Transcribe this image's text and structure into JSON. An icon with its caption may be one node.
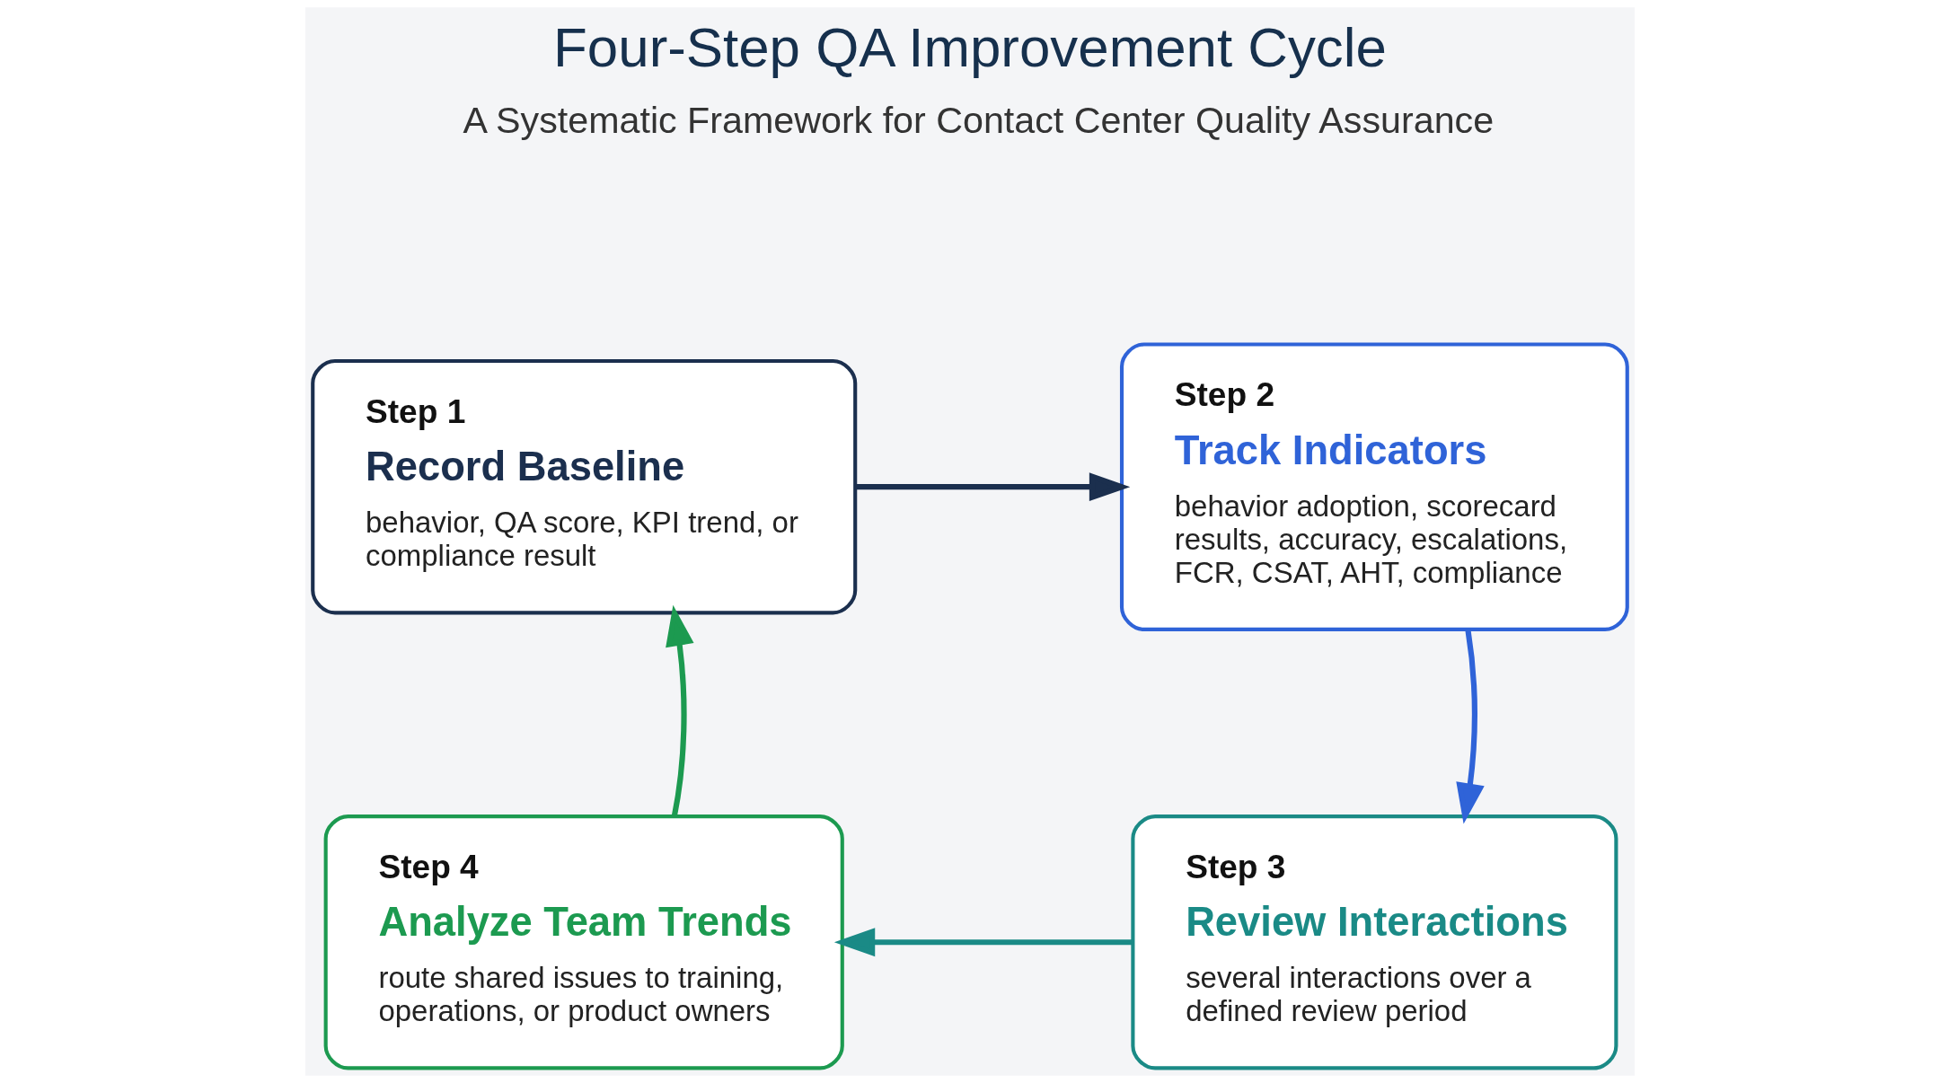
{
  "diagram": {
    "title": "Four-Step QA Improvement Cycle",
    "nodes": [
      {
        "text": [
          "Step 1",
          "Record Baseline",
          "behavior, QA score, KPI trend, or compliance result"
        ]
      },
      {
        "text": [
          "Step 2",
          "Track Indicators",
          "behavior adoption, scorecard results, accuracy, escalations, FCR, CSAT, AHT, compliance"
        ]
      },
      {
        "text": [
          "Step 3",
          "Review Interactions",
          "several interactions over a defined review period"
        ]
      },
      {
        "text": [
          "Step 4",
          "Analyze Team Trends",
          "route shared issues to training, operations, or product owners"
        ]
      }
    ],
    "edges": [
      {
        "from": 0,
        "to": 1,
        "arrow": "to",
        "color": "#1b2f4e"
      },
      {
        "from": 1,
        "to": 2,
        "arrow": "to",
        "color": "#2f63d8"
      },
      {
        "from": 2,
        "to": 3,
        "arrow": "to",
        "color": "#1a8a86"
      },
      {
        "from": 3,
        "to": 0,
        "arrow": "to",
        "color": "#1c9a50"
      }
    ],
    "labels": [
      "A Systematic Framework for Contact Center Quality Assurance"
    ]
  }
}
